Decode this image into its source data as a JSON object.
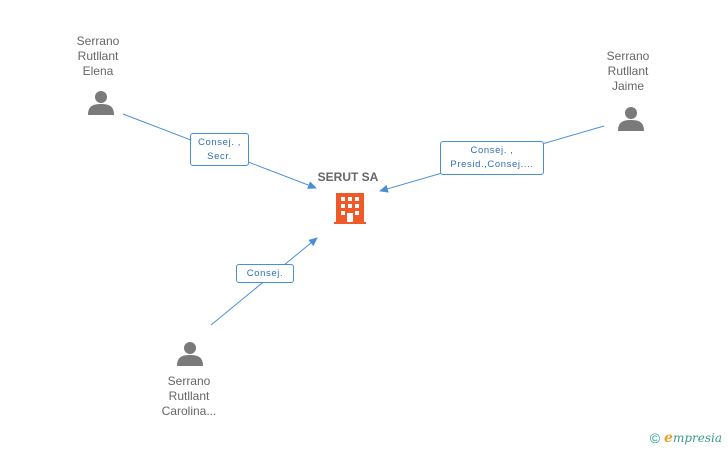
{
  "company": {
    "name": "SERUT SA",
    "icon": "building-icon",
    "icon_color": "#f05a28"
  },
  "people": [
    {
      "id": "elena",
      "label": "Serrano\nRutllant\nElena",
      "icon": "person-icon"
    },
    {
      "id": "jaime",
      "label": "Serrano\nRutllant\nJaime",
      "icon": "person-icon"
    },
    {
      "id": "carolina",
      "label": "Serrano\nRutllant\nCarolina...",
      "icon": "person-icon"
    }
  ],
  "roles": [
    {
      "person": "elena",
      "text": "Consej. ,\nSecr."
    },
    {
      "person": "jaime",
      "text": "Consej. ,\nPresid.,Consej...."
    },
    {
      "person": "carolina",
      "text": "Consej."
    }
  ],
  "colors": {
    "edge": "#4a8fd6",
    "person_icon": "#7a7a7a",
    "text": "#666666"
  },
  "footer": {
    "copyright": "©",
    "brand_initial": "e",
    "brand_rest": "mpresia"
  }
}
